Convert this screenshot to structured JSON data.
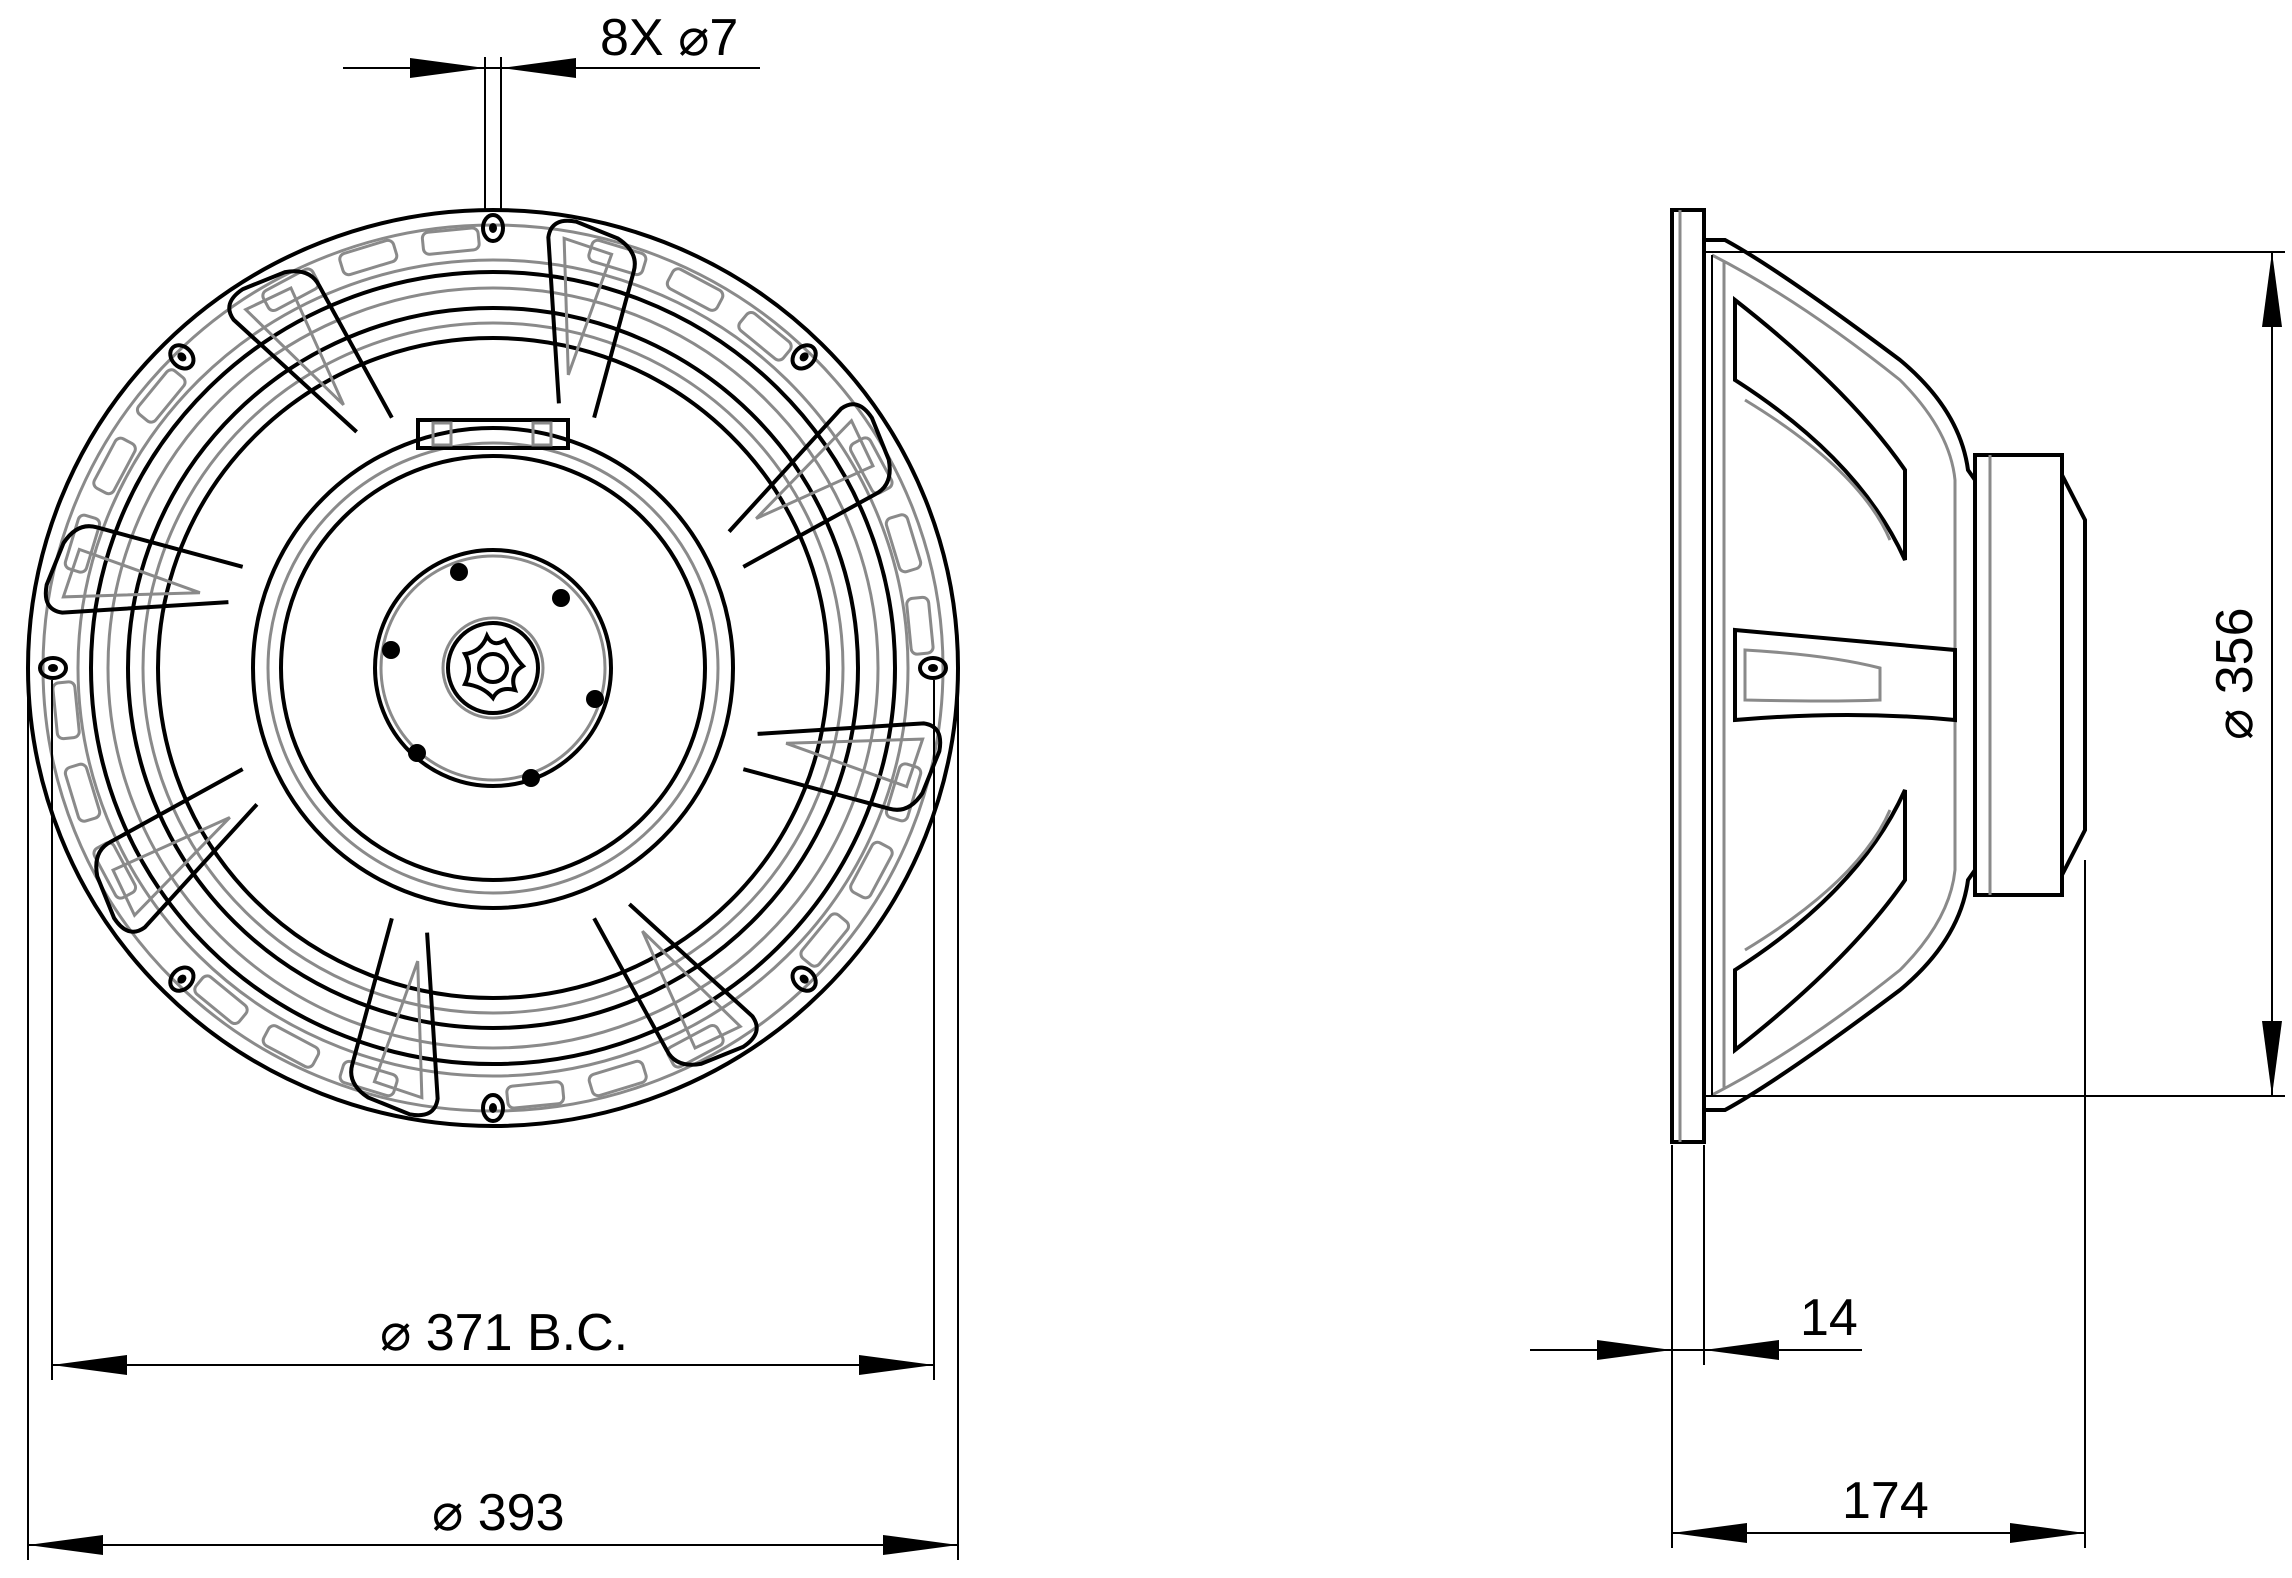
{
  "dimensions": {
    "holes": "8X",
    "holes_dia": "7",
    "bolt_circle": "371 B.C.",
    "outer_dia": "393",
    "body_dia": "356",
    "flange_thickness": "14",
    "depth": "174"
  },
  "symbols": {
    "diameter": "⌀"
  }
}
